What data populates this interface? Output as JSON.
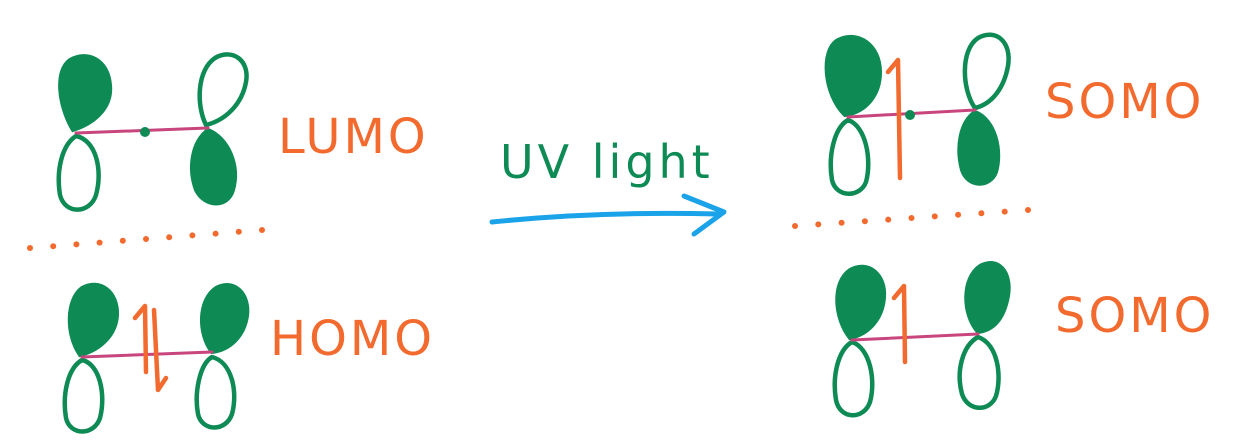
{
  "labels": {
    "lumo": "LUMO",
    "homo": "HOMO",
    "somo_upper": "SOMO",
    "somo_lower": "SOMO",
    "arrow": "UV light"
  },
  "colors": {
    "lobe": "#0e8a55",
    "bond": "#c8467d",
    "label": "#f26a2e",
    "electron": "#f26a2e",
    "arrow": "#1aa3e8",
    "dots": "#f26a2e"
  },
  "state_before": {
    "upper_orbital": "LUMO",
    "lower_orbital": "HOMO",
    "upper_electrons": 0,
    "lower_electrons": 2
  },
  "state_after": {
    "upper_orbital": "SOMO",
    "lower_orbital": "SOMO",
    "upper_electrons": 1,
    "lower_electrons": 1
  }
}
